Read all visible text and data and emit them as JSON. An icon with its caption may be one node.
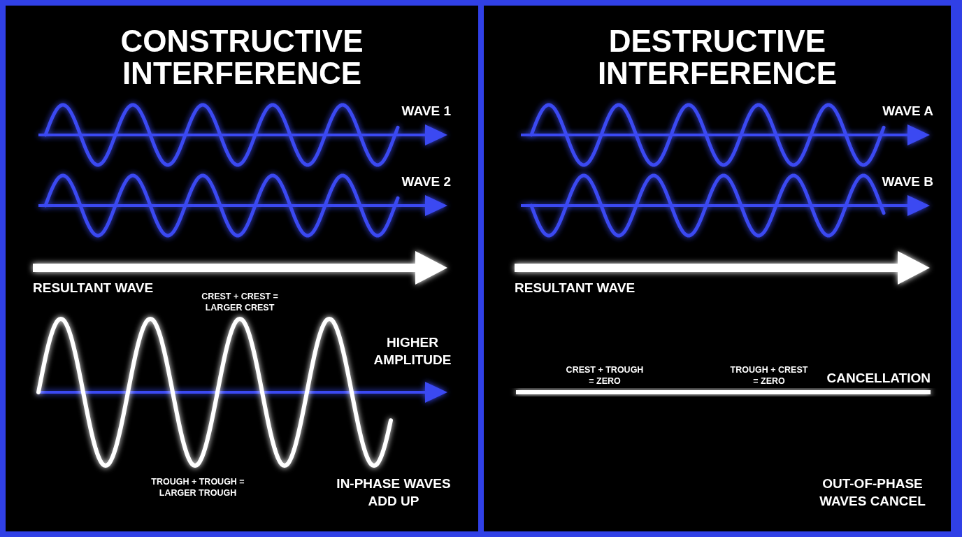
{
  "diagram": {
    "nodes": [
      {
        "text": [
          "CONSTRUCTIVE INTERFERENCE",
          "WAVE 1",
          "WAVE 2",
          "RESULTANT WAVE",
          "CREST + CREST = LARGER CREST",
          "HIGHER AMPLITUDE",
          "TROUGH + TROUGH = LARGER TROUGH",
          "IN-PHASE WAVES ADD UP"
        ]
      },
      {
        "text": [
          "DESTRUCTIVE INTERFERENCE",
          "WAVE A",
          "WAVE B",
          "RESULTANT WAVE",
          "CREST + TROUGH = ZERO",
          "TROUGH + CREST = ZERO",
          "CANCELLATION",
          "OUT-OF-PHASE WAVES CANCEL"
        ]
      }
    ]
  }
}
